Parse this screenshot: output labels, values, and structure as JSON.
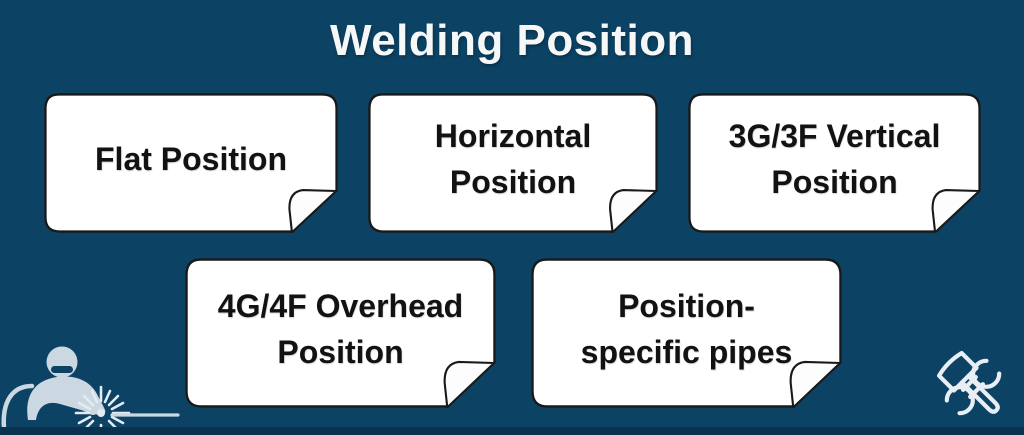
{
  "title": "Welding Position",
  "colors": {
    "background": "#0C4365",
    "bottom_bar": "#09324E",
    "card_fill": "#FFFFFF",
    "card_border": "#191919",
    "card_text": "#121212",
    "title_text": "#F6F8F7",
    "welder_icon": "#CBD8E2",
    "tools_icon": "#E8EEF3"
  },
  "cards": [
    {
      "name": "flat-position",
      "lines": [
        "Flat Position"
      ]
    },
    {
      "name": "horizontal-position",
      "lines": [
        "Horizontal",
        "Position"
      ]
    },
    {
      "name": "3g-3f-vertical-position",
      "lines": [
        "3G/3F Vertical",
        "Position"
      ]
    },
    {
      "name": "4g-4f-overhead-position",
      "lines": [
        "4G/4F Overhead",
        "Position"
      ]
    },
    {
      "name": "position-specific-pipes",
      "lines": [
        "Position-",
        "specific pipes"
      ]
    }
  ],
  "icons": {
    "bottom_left": "welder-spark-icon",
    "bottom_right": "hammer-wrench-icon"
  }
}
